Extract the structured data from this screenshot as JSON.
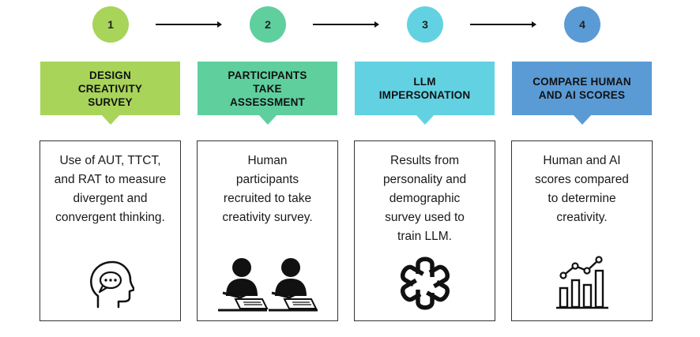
{
  "steps": [
    {
      "number": "1",
      "title": "DESIGN\nCREATIVITY\nSURVEY",
      "description": "Use of AUT, TTCT,\nand RAT to measure\ndivergent and\nconvergent thinking.",
      "icon": "head-speech-bubble-icon",
      "color": "#a8d45a"
    },
    {
      "number": "2",
      "title": "PARTICIPANTS\nTAKE\nASSESSMENT",
      "description": "Human\nparticipants\nrecruited to take\ncreativity survey.",
      "icon": "people-at-desks-icon",
      "color": "#5fcf9e"
    },
    {
      "number": "3",
      "title": "LLM\nIMPERSONATION",
      "description": "Results from\npersonality and\ndemographic\nsurvey used to\ntrain LLM.",
      "icon": "openai-logo-icon",
      "color": "#62d2e3"
    },
    {
      "number": "4",
      "title": "COMPARE HUMAN\nAND AI SCORES",
      "description": "Human and AI\nscores compared\nto determine\ncreativity.",
      "icon": "bar-chart-trend-icon",
      "color": "#5b9bd5"
    }
  ]
}
